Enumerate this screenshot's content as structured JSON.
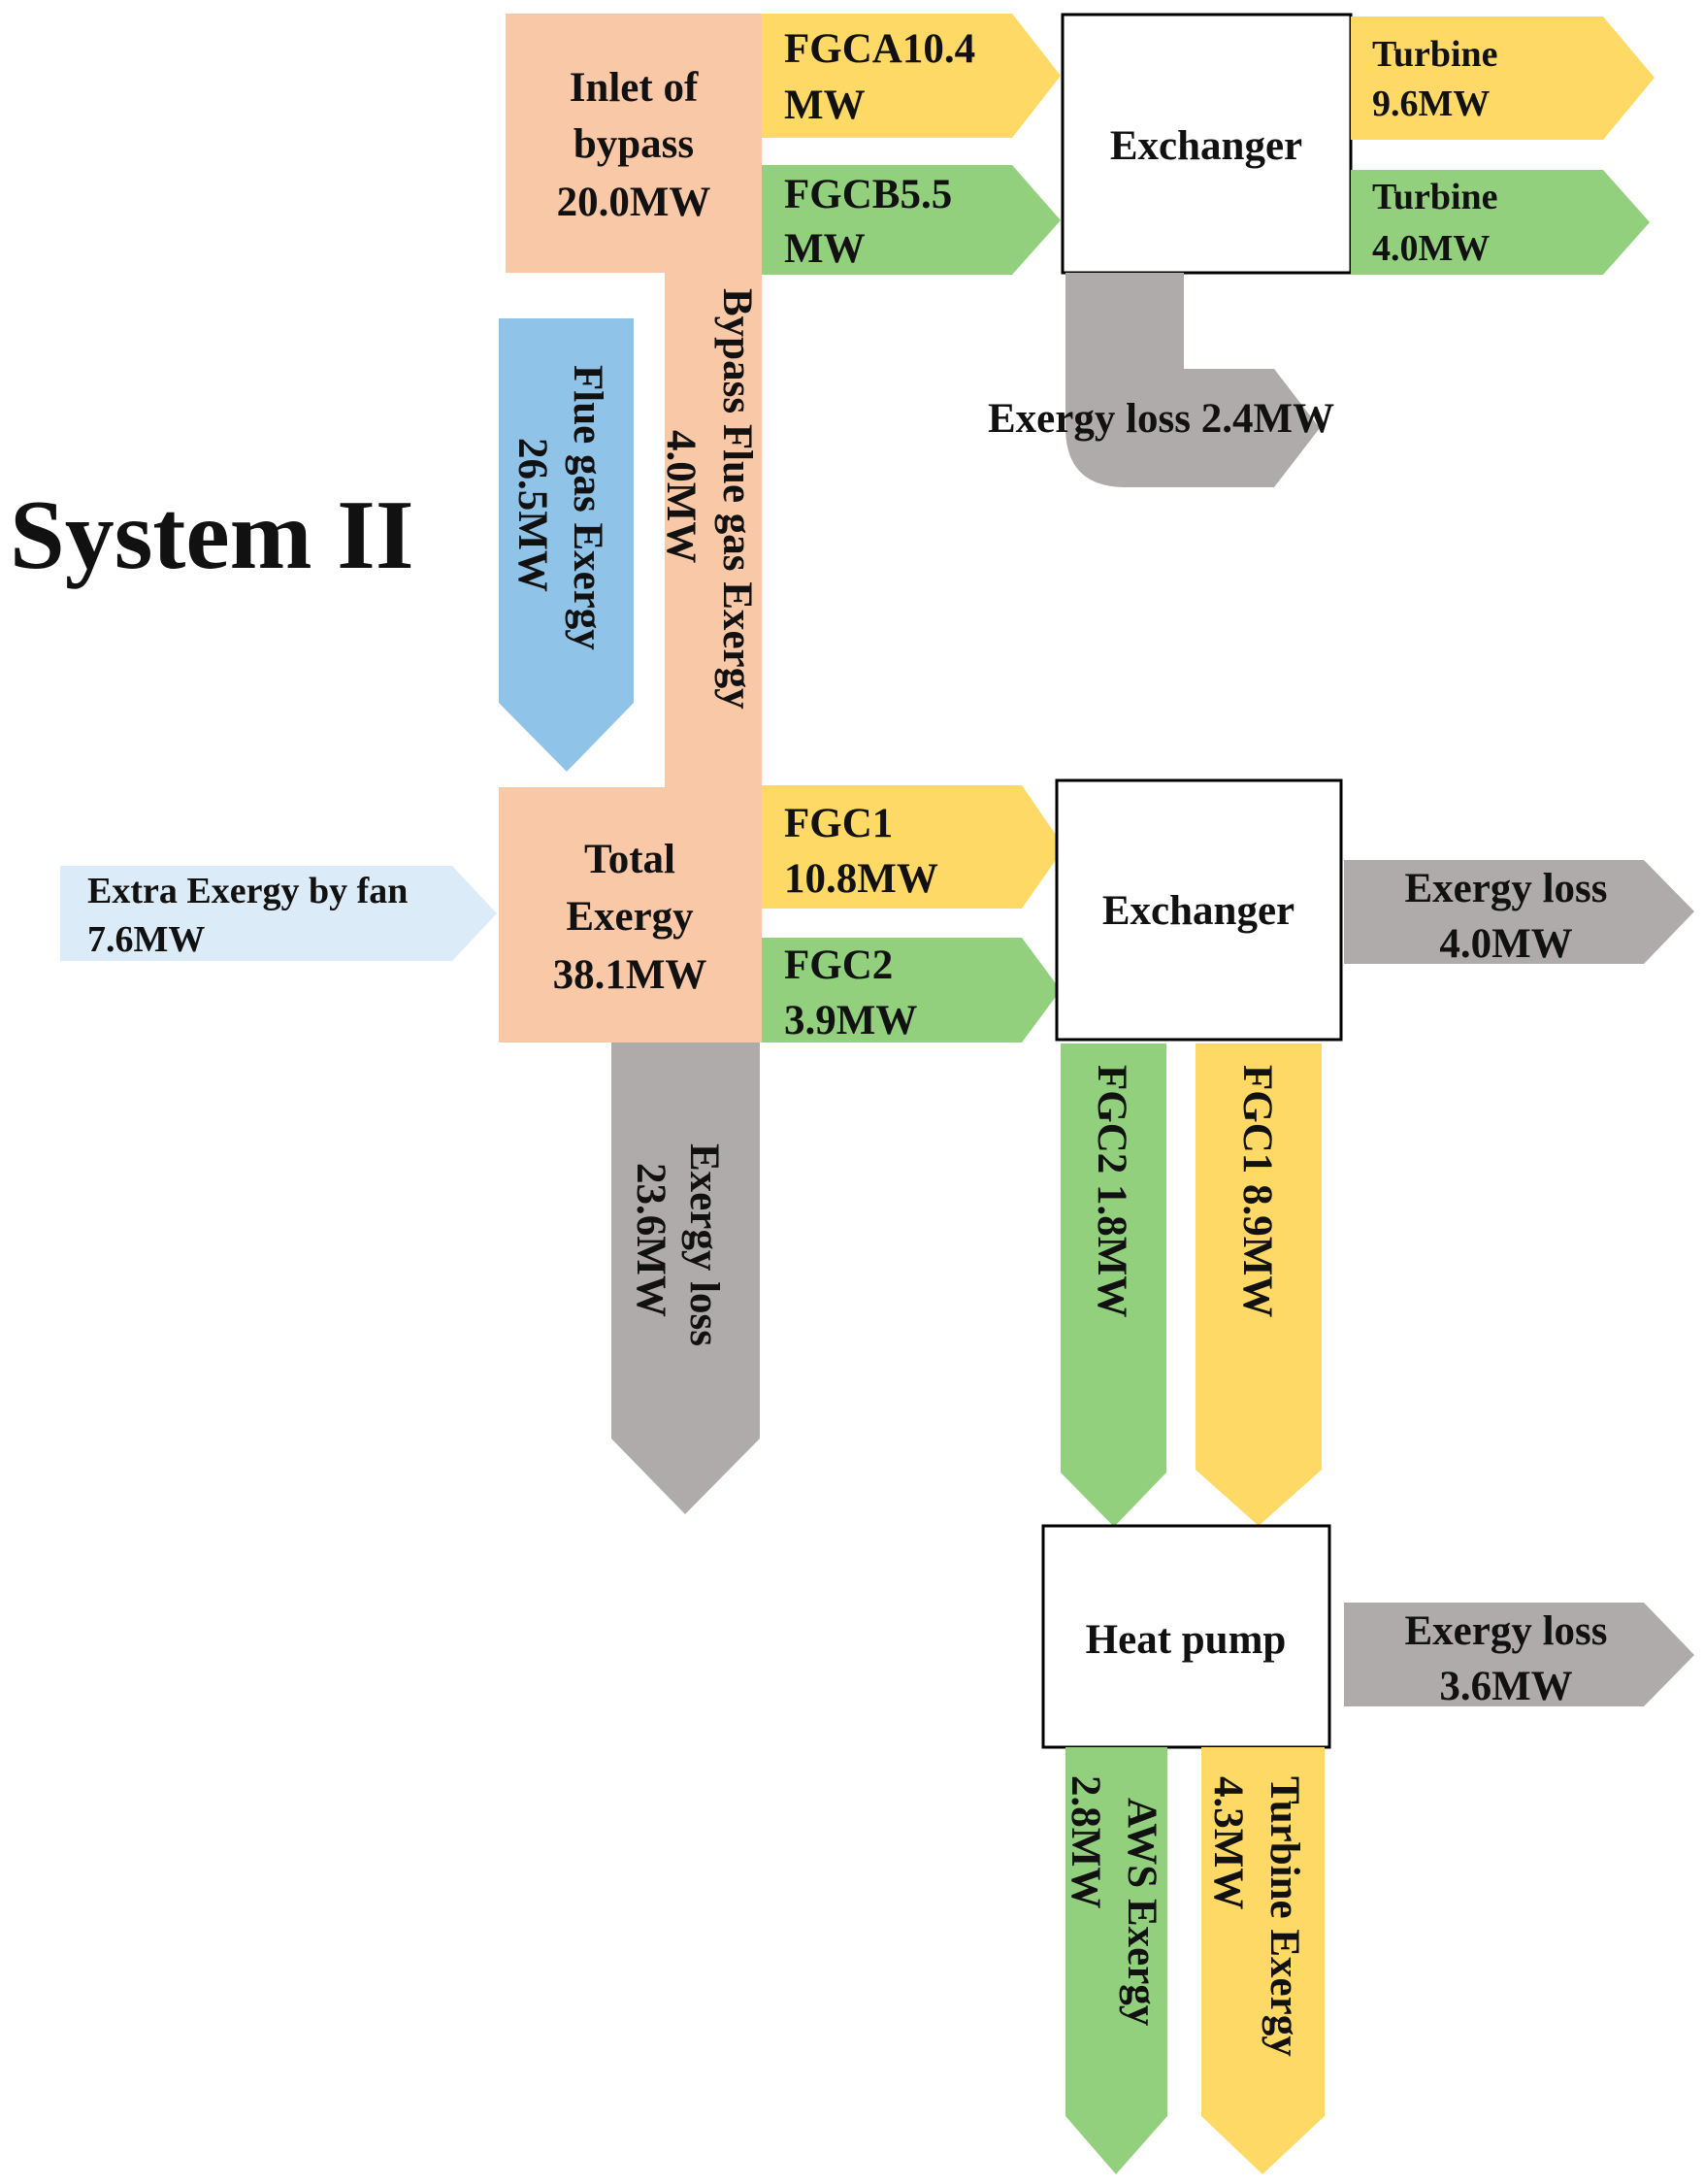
{
  "title": "System II",
  "colors": {
    "orange": "#F9C8A7",
    "yellow": "#FED966",
    "green": "#93D07E",
    "gray": "#AFABAB",
    "blue": "#8FC4E8",
    "light_blue": "#DCEBF8"
  },
  "nodes": {
    "inlet": [
      "Inlet of",
      "bypass",
      "20.0MW"
    ],
    "total": [
      "Total",
      "Exergy",
      "38.1MW"
    ],
    "exchanger_top": "Exchanger",
    "exchanger_mid": "Exchanger",
    "heat_pump": "Heat pump"
  },
  "flows": {
    "fgca": [
      "FGCA10.4",
      "MW"
    ],
    "fgcb": [
      "FGCB5.5",
      "MW"
    ],
    "turbine_top1": [
      "Turbine",
      "9.6MW"
    ],
    "turbine_top2": [
      "Turbine",
      "4.0MW"
    ],
    "loss_top": "Exergy loss 2.4MW",
    "bypass_flue": [
      "Bypass Flue gas Exergy",
      "4.0MW"
    ],
    "flue_gas": [
      "Flue gas Exergy",
      "26.5MW"
    ],
    "extra_fan": [
      "Extra Exergy by fan",
      "7.6MW"
    ],
    "fgc1": [
      "FGC1",
      "10.8MW"
    ],
    "fgc2": [
      "FGC2",
      "3.9MW"
    ],
    "loss_mid": [
      "Exergy loss",
      "4.0MW"
    ],
    "loss_total": [
      "Exergy loss",
      "23.6MW"
    ],
    "fgc2_down": "FGC2  1.8MW",
    "fgc1_down": "FGC1 8.9MW",
    "loss_hp": [
      "Exergy loss",
      "3.6MW"
    ],
    "aws": [
      "AWS Exergy",
      "2.8MW"
    ],
    "turbine_exergy": [
      "Turbine Exergy",
      "4.3MW"
    ]
  }
}
